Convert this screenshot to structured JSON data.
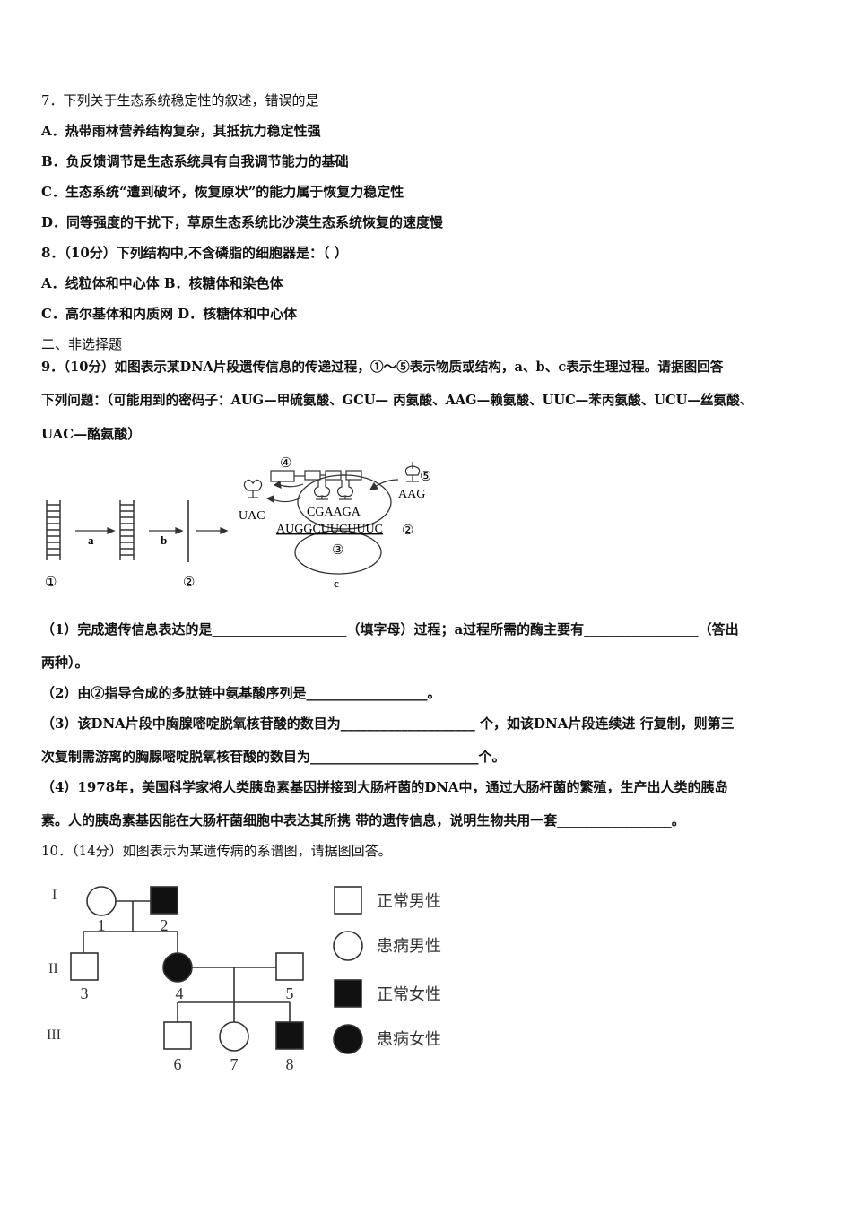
{
  "q7": {
    "stem": "7．下列关于生态系统稳定性的叙述，错误的是",
    "options": [
      "A．热带雨林营养结构复杂，其抵抗力稳定性强",
      "B．负反馈调节是生态系统具有自我调节能力的基础",
      "C．生态系统“遭到破坏，恢复原状”的能力属于恢复力稳定性",
      "D．同等强度的干扰下，草原生态系统比沙漠生态系统恢复的速度慢"
    ]
  },
  "q8": {
    "stem": "8．（10分）下列结构中,不含磷脂的细胞器是：（  ）",
    "options": [
      "A．线粒体和中心体    B．核糖体和染色体",
      "C．高尔基体和内质网    D．核糖体和中心体"
    ]
  },
  "section_title": "二、非选择题",
  "q9": {
    "stem_lines": [
      "9．（10分）如图表示某DNA片段遗传信息的传递过程，①～⑤表示物质或结构，a、b、c表示生理过程。请据图回答",
      "下列问题：（可能用到的密码子：AUG—甲硫氨酸、GCU— 丙氨酸、AAG—赖氨酸、UUC—苯丙氨酸、UCU—丝氨酸、",
      "UAC—酪氨酸）"
    ],
    "figure": {
      "num1": "①",
      "num2": "②",
      "num2b": "②",
      "num3": "③",
      "num4": "④",
      "num5": "⑤",
      "label_a": "a",
      "label_b": "b",
      "label_c": "c",
      "anticodon_left": "UAC",
      "anticodon_mid": "CGAAGA",
      "anticodon_right": "AAG",
      "mrna": "AUGGCUUCUUUC"
    },
    "sub_lines": [
      "（1）完成遗传信息表达的是____________________（填字母）过程；a过程所需的酶主要有_________________（答出",
      "两种）。",
      "（2）由②指导合成的多肽链中氨基酸序列是__________________。",
      "（3）该DNA片段中胸腺嘧啶脱氧核苷酸的数目为____________________ 个，如该DNA片段连续进 行复制，则第三",
      "次复制需游离的胸腺嘧啶脱氧核苷酸的数目为_________________________个。",
      "（4）1978年，美国科学家将人类胰岛素基因拼接到大肠杆菌的DNA中，通过大肠杆菌的繁殖，生产出人类的胰岛",
      "素。人的胰岛素基因能在大肠杆菌细胞中表达其所携 带的遗传信息，说明生物共用一套_________________。"
    ]
  },
  "q10": {
    "stem": "10．（14分）如图表示为某遗传病的系谱图，请据图回答。",
    "figure": {
      "gen1": "I",
      "gen2": "II",
      "gen3": "III",
      "ids": [
        "1",
        "2",
        "3",
        "4",
        "5",
        "6",
        "7",
        "8"
      ],
      "legend": [
        "正常男性",
        "患病男性",
        "正常女性",
        "患病女性"
      ]
    }
  }
}
